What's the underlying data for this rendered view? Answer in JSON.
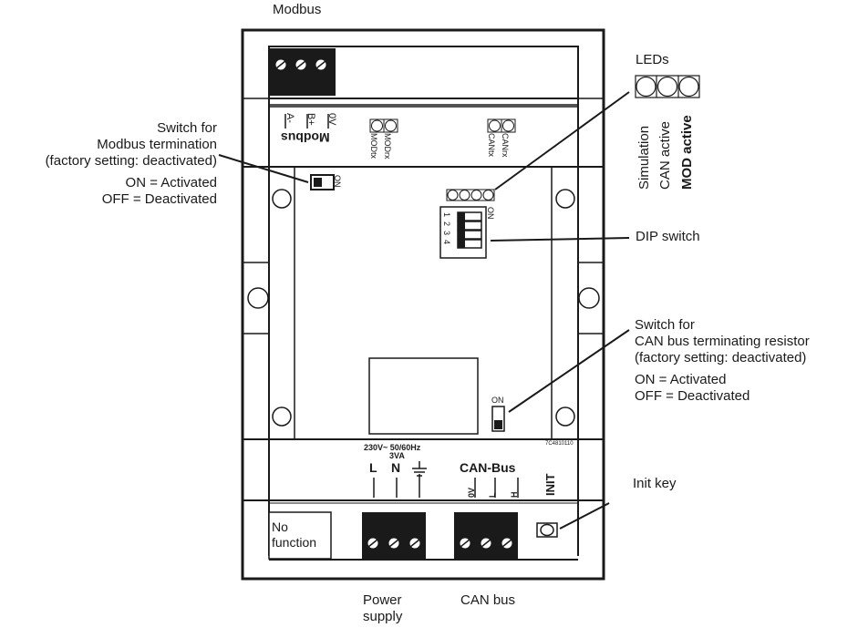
{
  "labels": {
    "modbus_top": "Modbus",
    "leds_title": "LEDs",
    "led_names": [
      "Simulation",
      "CAN active",
      "MOD active"
    ],
    "modbus_switch": {
      "line1": "Switch for",
      "line2": "Modbus termination",
      "line3": "(factory setting: deactivated)",
      "on": "ON = Activated",
      "off": "OFF = Deactivated"
    },
    "dip_switch": "DIP switch",
    "can_switch": {
      "line1": "Switch for",
      "line2": "CAN bus terminating resistor",
      "line3": "(factory setting: deactivated)",
      "on": "ON = Activated",
      "off": "OFF = Deactivated"
    },
    "init_key": "Init key",
    "power_supply_line1": "Power",
    "power_supply_line2": "supply",
    "can_bus_bottom": "CAN bus"
  },
  "board": {
    "modbus_terminals": [
      "A-",
      "B+",
      "0V"
    ],
    "modbus_block_label": "Modbus",
    "mod_leds": [
      "MODtx",
      "MODrx"
    ],
    "can_leds": [
      "CANtx",
      "CANrx"
    ],
    "switch_on_label": "ON",
    "dip_positions": [
      "1",
      "2",
      "3",
      "4"
    ],
    "dip_on_label": "ON",
    "can_switch_on_label": "ON",
    "part_number": "7C4810110",
    "power_rating_line1": "230V~ 50/60Hz",
    "power_rating_line2": "3VA",
    "power_terminals": [
      "L",
      "N",
      "⏚"
    ],
    "canbus_block_label": "CAN-Bus",
    "can_terminals": [
      "0V",
      "L",
      "H"
    ],
    "init_label": "INIT",
    "no_function_line1": "No",
    "no_function_line2": "function"
  }
}
